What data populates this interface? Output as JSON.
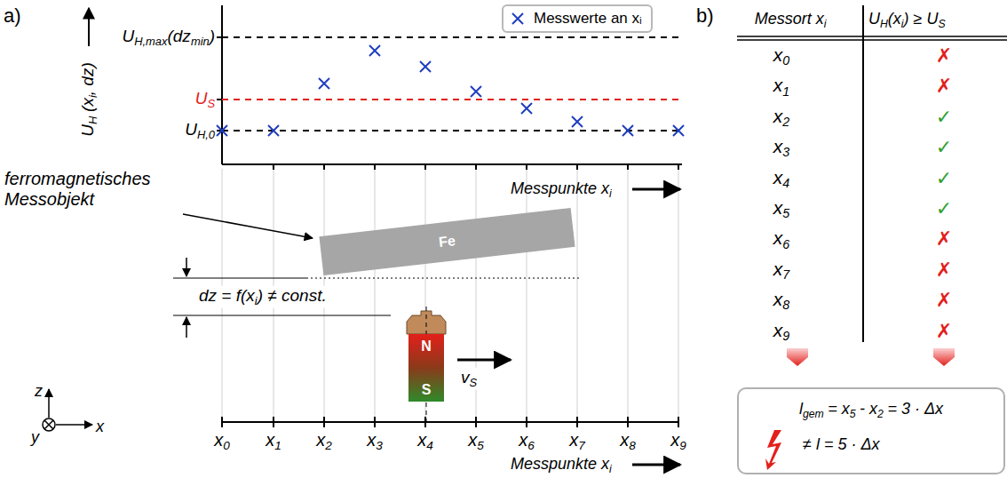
{
  "diagram": {
    "nodes": [
      {
        "text": [
          "Fe"
        ]
      },
      {
        "text": [
          "N",
          "S"
        ]
      },
      {
        "text": [
          "l",
          "gem",
          "= x",
          "5",
          "- x",
          "2",
          "= 3 · Δx",
          "≠ l = 5 · Δx"
        ]
      }
    ],
    "labels": [
      "a)",
      "U",
      "H,max",
      "(dz",
      "min",
      ")",
      "U",
      "S",
      "U",
      "H,0",
      "U",
      "H",
      "(x",
      "i",
      ", dz)",
      "Messpunkte x",
      "i",
      "ferromagnetisches Messobjekt",
      "dz = f(x",
      "i",
      ") ≠ const.",
      "v",
      "S",
      "z",
      "y",
      "x",
      "x",
      "0",
      "x",
      "1",
      "x",
      "2",
      "x",
      "3",
      "x",
      "4",
      "x",
      "5",
      "x",
      "6",
      "x",
      "7",
      "x",
      "8",
      "x",
      "9",
      "Messpunkte x",
      "i",
      "b)",
      "Messort x",
      "i",
      "U",
      "H",
      "(x",
      "i",
      ") ≥ U",
      "S",
      "x",
      "0",
      "x",
      "1",
      "x",
      "2",
      "x",
      "3",
      "x",
      "4",
      "x",
      "5",
      "x",
      "6",
      "x",
      "7",
      "x",
      "8",
      "x",
      "9",
      "✗",
      "✗",
      "✓",
      "✓",
      "✓",
      "✓",
      "✗",
      "✗",
      "✗",
      "✗"
    ],
    "legend": [
      {
        "text": "Messwerte an xᵢ"
      }
    ]
  }
}
